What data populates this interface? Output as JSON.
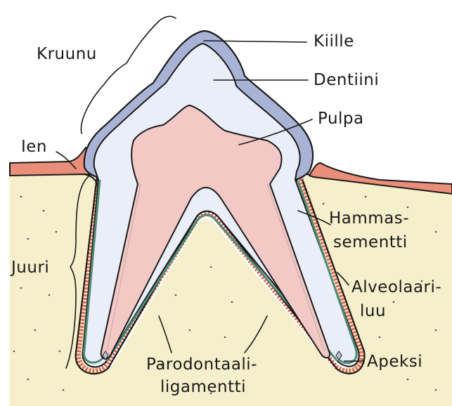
{
  "labels": {
    "kruunu": "Kruunu",
    "kiille": "Kiille",
    "dentiini": "Dentiini",
    "pulpa": "Pulpa",
    "ien": "Ien",
    "juuri": "Juuri",
    "hammassementti_1": "Hammas-",
    "hammassementti_2": "sementti",
    "alveolaariluu_1": "Alveolaari-",
    "alveolaariluu_2": "luu",
    "parodontaaliligamentti_1": "Parodontaali-",
    "parodontaaliligamentti_2": "ligamentti",
    "apeksi": "Apeksi"
  },
  "colors": {
    "bone": "#f6efcb",
    "gum": "#e98f79",
    "enamel": "#a9b3d6",
    "dentin": "#e9eef8",
    "pulp": "#f3c9c5",
    "cementum": "#4f8a74",
    "ligament": "#d9705e",
    "ink": "#1a1a1a"
  }
}
